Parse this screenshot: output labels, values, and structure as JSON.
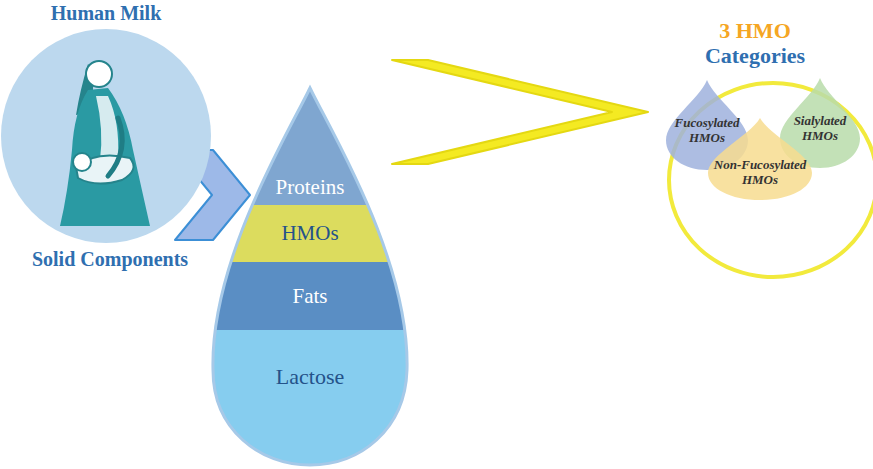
{
  "diagram": {
    "nodes": [
      {
        "text": [
          "Human Milk"
        ]
      },
      {
        "text": [
          "Proteins"
        ]
      },
      {
        "text": [
          "HMOs"
        ]
      },
      {
        "text": [
          "Fats"
        ]
      },
      {
        "text": [
          "Lactose"
        ]
      },
      {
        "text": [
          "3 HMO",
          "Categories"
        ]
      },
      {
        "text": [
          "Fucosylated HMOs"
        ],
        "in": 5
      },
      {
        "text": [
          "Sialylated HMOs"
        ],
        "in": 5
      },
      {
        "text": [
          "Non-Fucosylated HMOs"
        ],
        "in": 5
      }
    ],
    "edges": [
      {
        "from": 0,
        "to": 1,
        "arrow": "to"
      },
      {
        "from": 2,
        "to": 5,
        "arrow": "to"
      }
    ],
    "labels": [
      "Solid Components"
    ]
  }
}
